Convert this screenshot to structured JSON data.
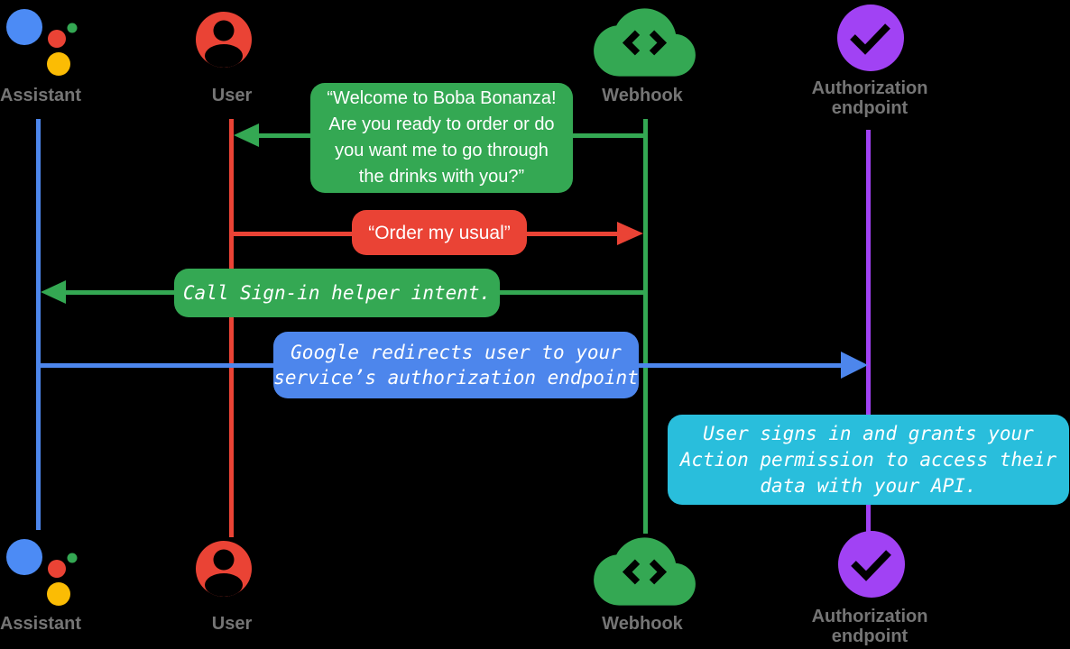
{
  "diagram_type": "sequence-diagram",
  "colors": {
    "background": "#000000",
    "green": "#34A853",
    "red": "#EA4335",
    "blue": "#4D86EC",
    "logo_blue": "#4C8BF5",
    "yellow": "#FBBC04",
    "purple": "#A142F4",
    "cyan": "#29BEDC",
    "label_gray": "#757575",
    "bubble_text": "#FFFFFF"
  },
  "actors": [
    {
      "id": "assistant",
      "label": "Assistant",
      "icon": "google-assistant-logo",
      "color": "#4D86EC"
    },
    {
      "id": "user",
      "label": "User",
      "icon": "person-circle-icon",
      "color": "#EA4335"
    },
    {
      "id": "webhook",
      "label": "Webhook",
      "icon": "cloud-code-icon",
      "color": "#34A853"
    },
    {
      "id": "auth",
      "label": "Authorization\nendpoint",
      "icon": "check-circle-icon",
      "color": "#A142F4"
    }
  ],
  "messages": [
    {
      "from": "webhook",
      "to": "user",
      "color": "#34A853",
      "style": "speech",
      "text": "“Welcome to Boba Bonanza!\nAre you ready to order or do\nyou want me to go through\nthe drinks with you?”"
    },
    {
      "from": "user",
      "to": "webhook",
      "color": "#EA4335",
      "style": "speech",
      "text": "“Order my usual”"
    },
    {
      "from": "webhook",
      "to": "assistant",
      "color": "#34A853",
      "style": "code",
      "text": "Call Sign-in helper intent."
    },
    {
      "from": "assistant",
      "to": "auth",
      "color": "#4D86EC",
      "style": "code",
      "text": "Google redirects user to your\nservice’s authorization endpoint"
    },
    {
      "note_on": "auth",
      "color": "#29BEDC",
      "style": "code",
      "text": "User signs in and grants your\nAction permission to access their\ndata with your API."
    }
  ]
}
